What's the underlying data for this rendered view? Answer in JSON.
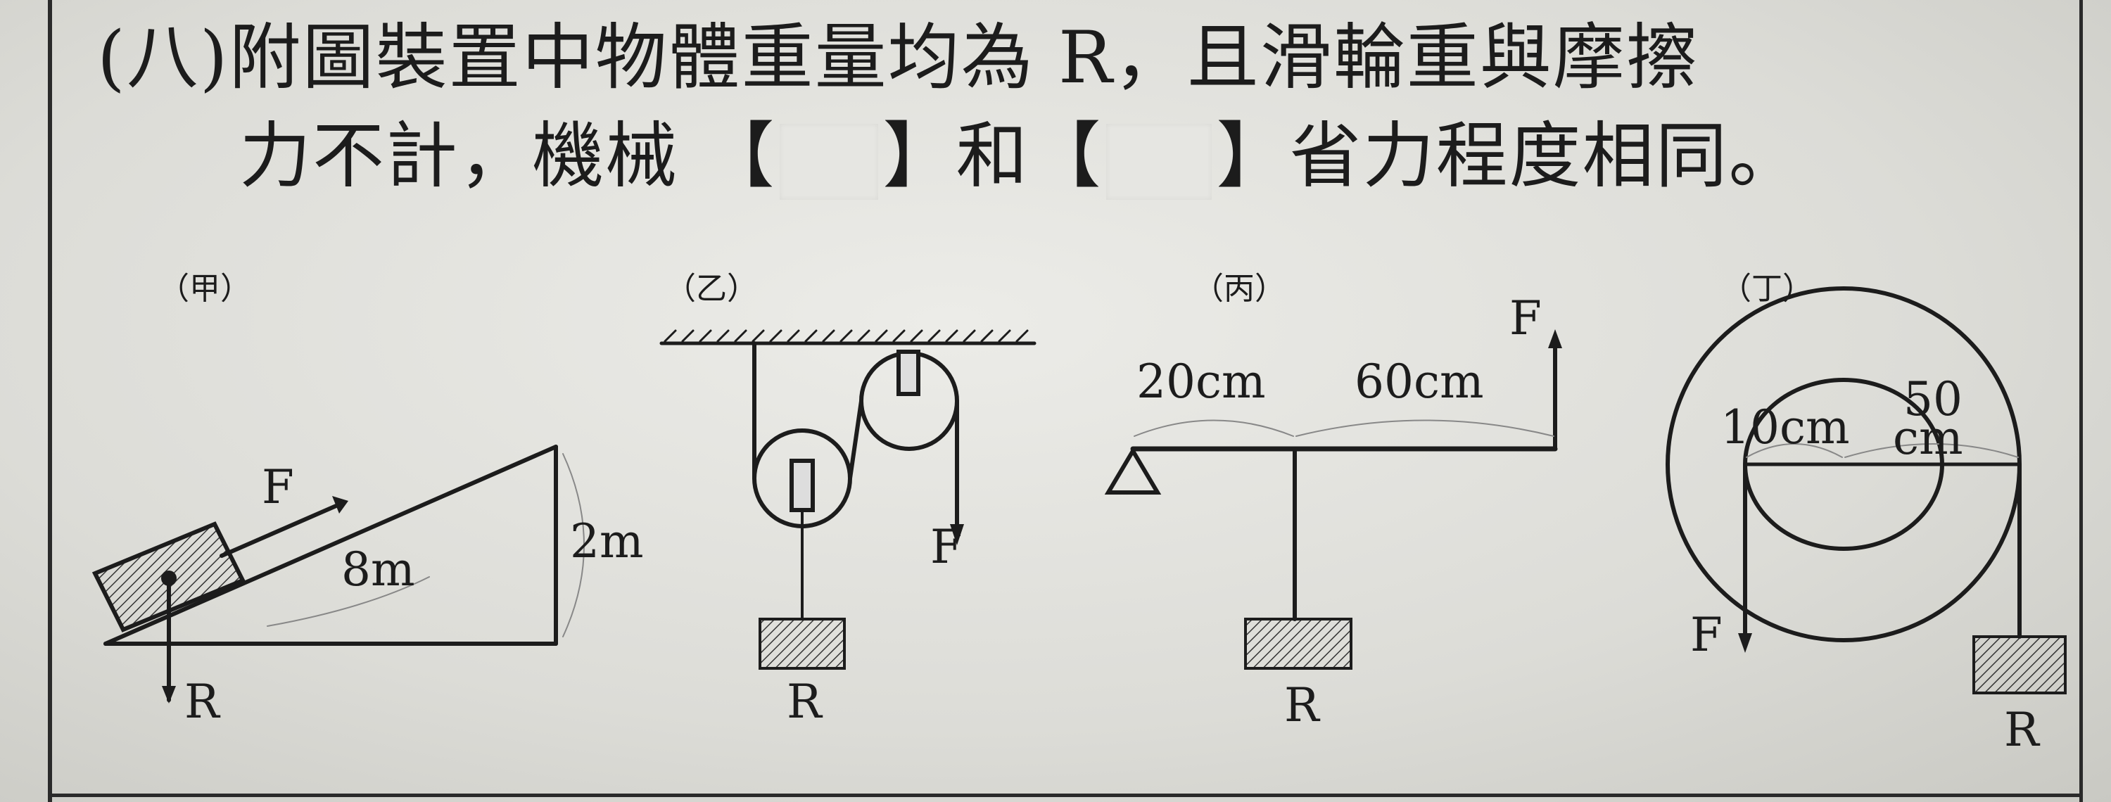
{
  "question": {
    "line1": "(八)附圖裝置中物體重量均為 R，且滑輪重與摩擦",
    "line2_before": "力不計，機械",
    "bracket_open": "【",
    "bracket_close": "】",
    "conjunction": "和",
    "line2_after": "省力程度相同。"
  },
  "figures": {
    "jia": {
      "label": "（甲）",
      "force": "F",
      "weight": "R",
      "slope_length": "8m",
      "height": "2m"
    },
    "yi": {
      "label": "（乙）",
      "force": "F",
      "weight": "R"
    },
    "bing": {
      "label": "（丙）",
      "force": "F",
      "weight": "R",
      "dist1": "20cm",
      "dist2": "60cm"
    },
    "ding": {
      "label": "（丁）",
      "force": "F",
      "weight": "R",
      "inner_radius": "10cm",
      "outer_radius_num": "50",
      "outer_radius_unit": "cm"
    }
  }
}
